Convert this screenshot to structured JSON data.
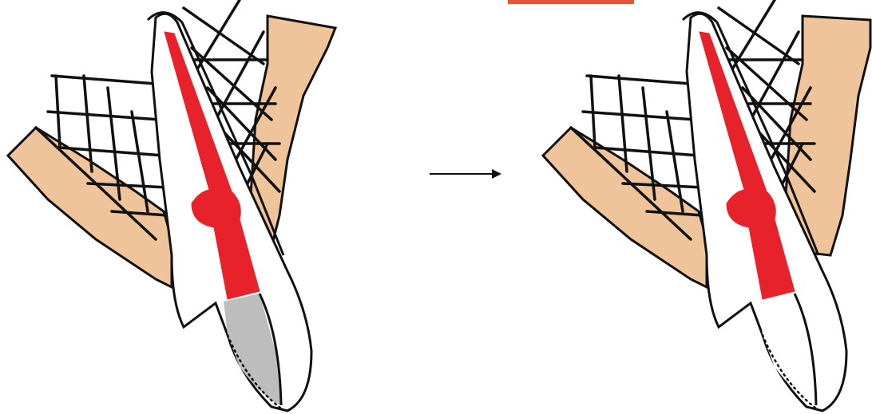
{
  "colors": {
    "background": "#ffffff",
    "gum": "#f0c49a",
    "pulp": "#e8222a",
    "tooth": "#ffffff",
    "crown_before": "#bdbdbd",
    "crown_after": "#ffffff",
    "outline": "#111111",
    "top_mark": "#e8543a"
  },
  "panels": [
    {
      "state": "before",
      "crown_fill": "gray"
    },
    {
      "state": "after",
      "crown_fill": "white"
    }
  ],
  "arrow": {
    "direction": "right"
  }
}
